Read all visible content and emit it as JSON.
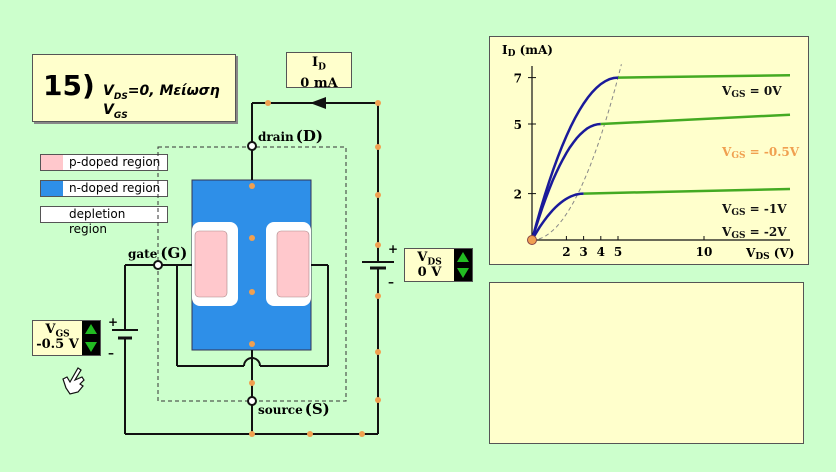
{
  "title": {
    "number": "15)",
    "v": "V",
    "ds_sub": "DS",
    "eq": "=0,  Μείωση V",
    "gs_sub": "GS"
  },
  "id_display": {
    "label": "I",
    "label_sub": "D",
    "value": "0 mA"
  },
  "legend": [
    {
      "label": "p-doped region",
      "color": "#ffc8cc"
    },
    {
      "label": "n-doped region",
      "color": "#2e8fe8"
    },
    {
      "label": "depletion region",
      "color": "#ffffff"
    }
  ],
  "terminals": {
    "drain": "drain",
    "drain_letter": "(D)",
    "gate": "gate",
    "gate_letter": "(G)",
    "source": "source",
    "source_letter": "(S)"
  },
  "vgs_control": {
    "label": "V",
    "label_sub": "GS",
    "value": "-0.5 V"
  },
  "vds_control": {
    "label": "V",
    "label_sub": "DS",
    "value": "0 V"
  },
  "battery_signs": {
    "plus": "+",
    "minus": "–"
  },
  "colors": {
    "background": "#ccffcc",
    "panel": "#ffffcc",
    "n_region": "#2e8fe8",
    "p_region": "#ffc8cc",
    "wire_dot": "#f0a050",
    "curve": "#1a1a9a",
    "saturation": "#44aa22",
    "highlight": "#f0a050"
  },
  "chart_data": {
    "type": "line",
    "ylabel": "I",
    "ylabel_sub": "D",
    "ylabel_unit": " (mA)",
    "xlabel": "V",
    "xlabel_sub": "DS",
    "xlabel_unit": " (V)",
    "xlim": [
      0,
      15
    ],
    "ylim": [
      0,
      7.5
    ],
    "x_ticks": [
      2,
      3,
      4,
      5,
      10
    ],
    "y_ticks": [
      2,
      5,
      7
    ],
    "series": [
      {
        "name": "V",
        "name_sub": "GS",
        "name_rest": " = 0V",
        "vp": 5,
        "id_sat": 7,
        "id_end": 7.1,
        "highlight": false
      },
      {
        "name": "V",
        "name_sub": "GS",
        "name_rest": " = -0.5V",
        "vp": 4,
        "id_sat": 5,
        "id_end": 5.4,
        "highlight": true
      },
      {
        "name": "V",
        "name_sub": "GS",
        "name_rest": " = -1V",
        "vp": 3,
        "id_sat": 2,
        "id_end": 2.2,
        "highlight": false
      },
      {
        "name": "V",
        "name_sub": "GS",
        "name_rest": " = -2V",
        "vp": 0,
        "id_sat": 0,
        "id_end": 0,
        "highlight": false
      }
    ],
    "operating_point": {
      "x": 0,
      "y": 0
    }
  }
}
